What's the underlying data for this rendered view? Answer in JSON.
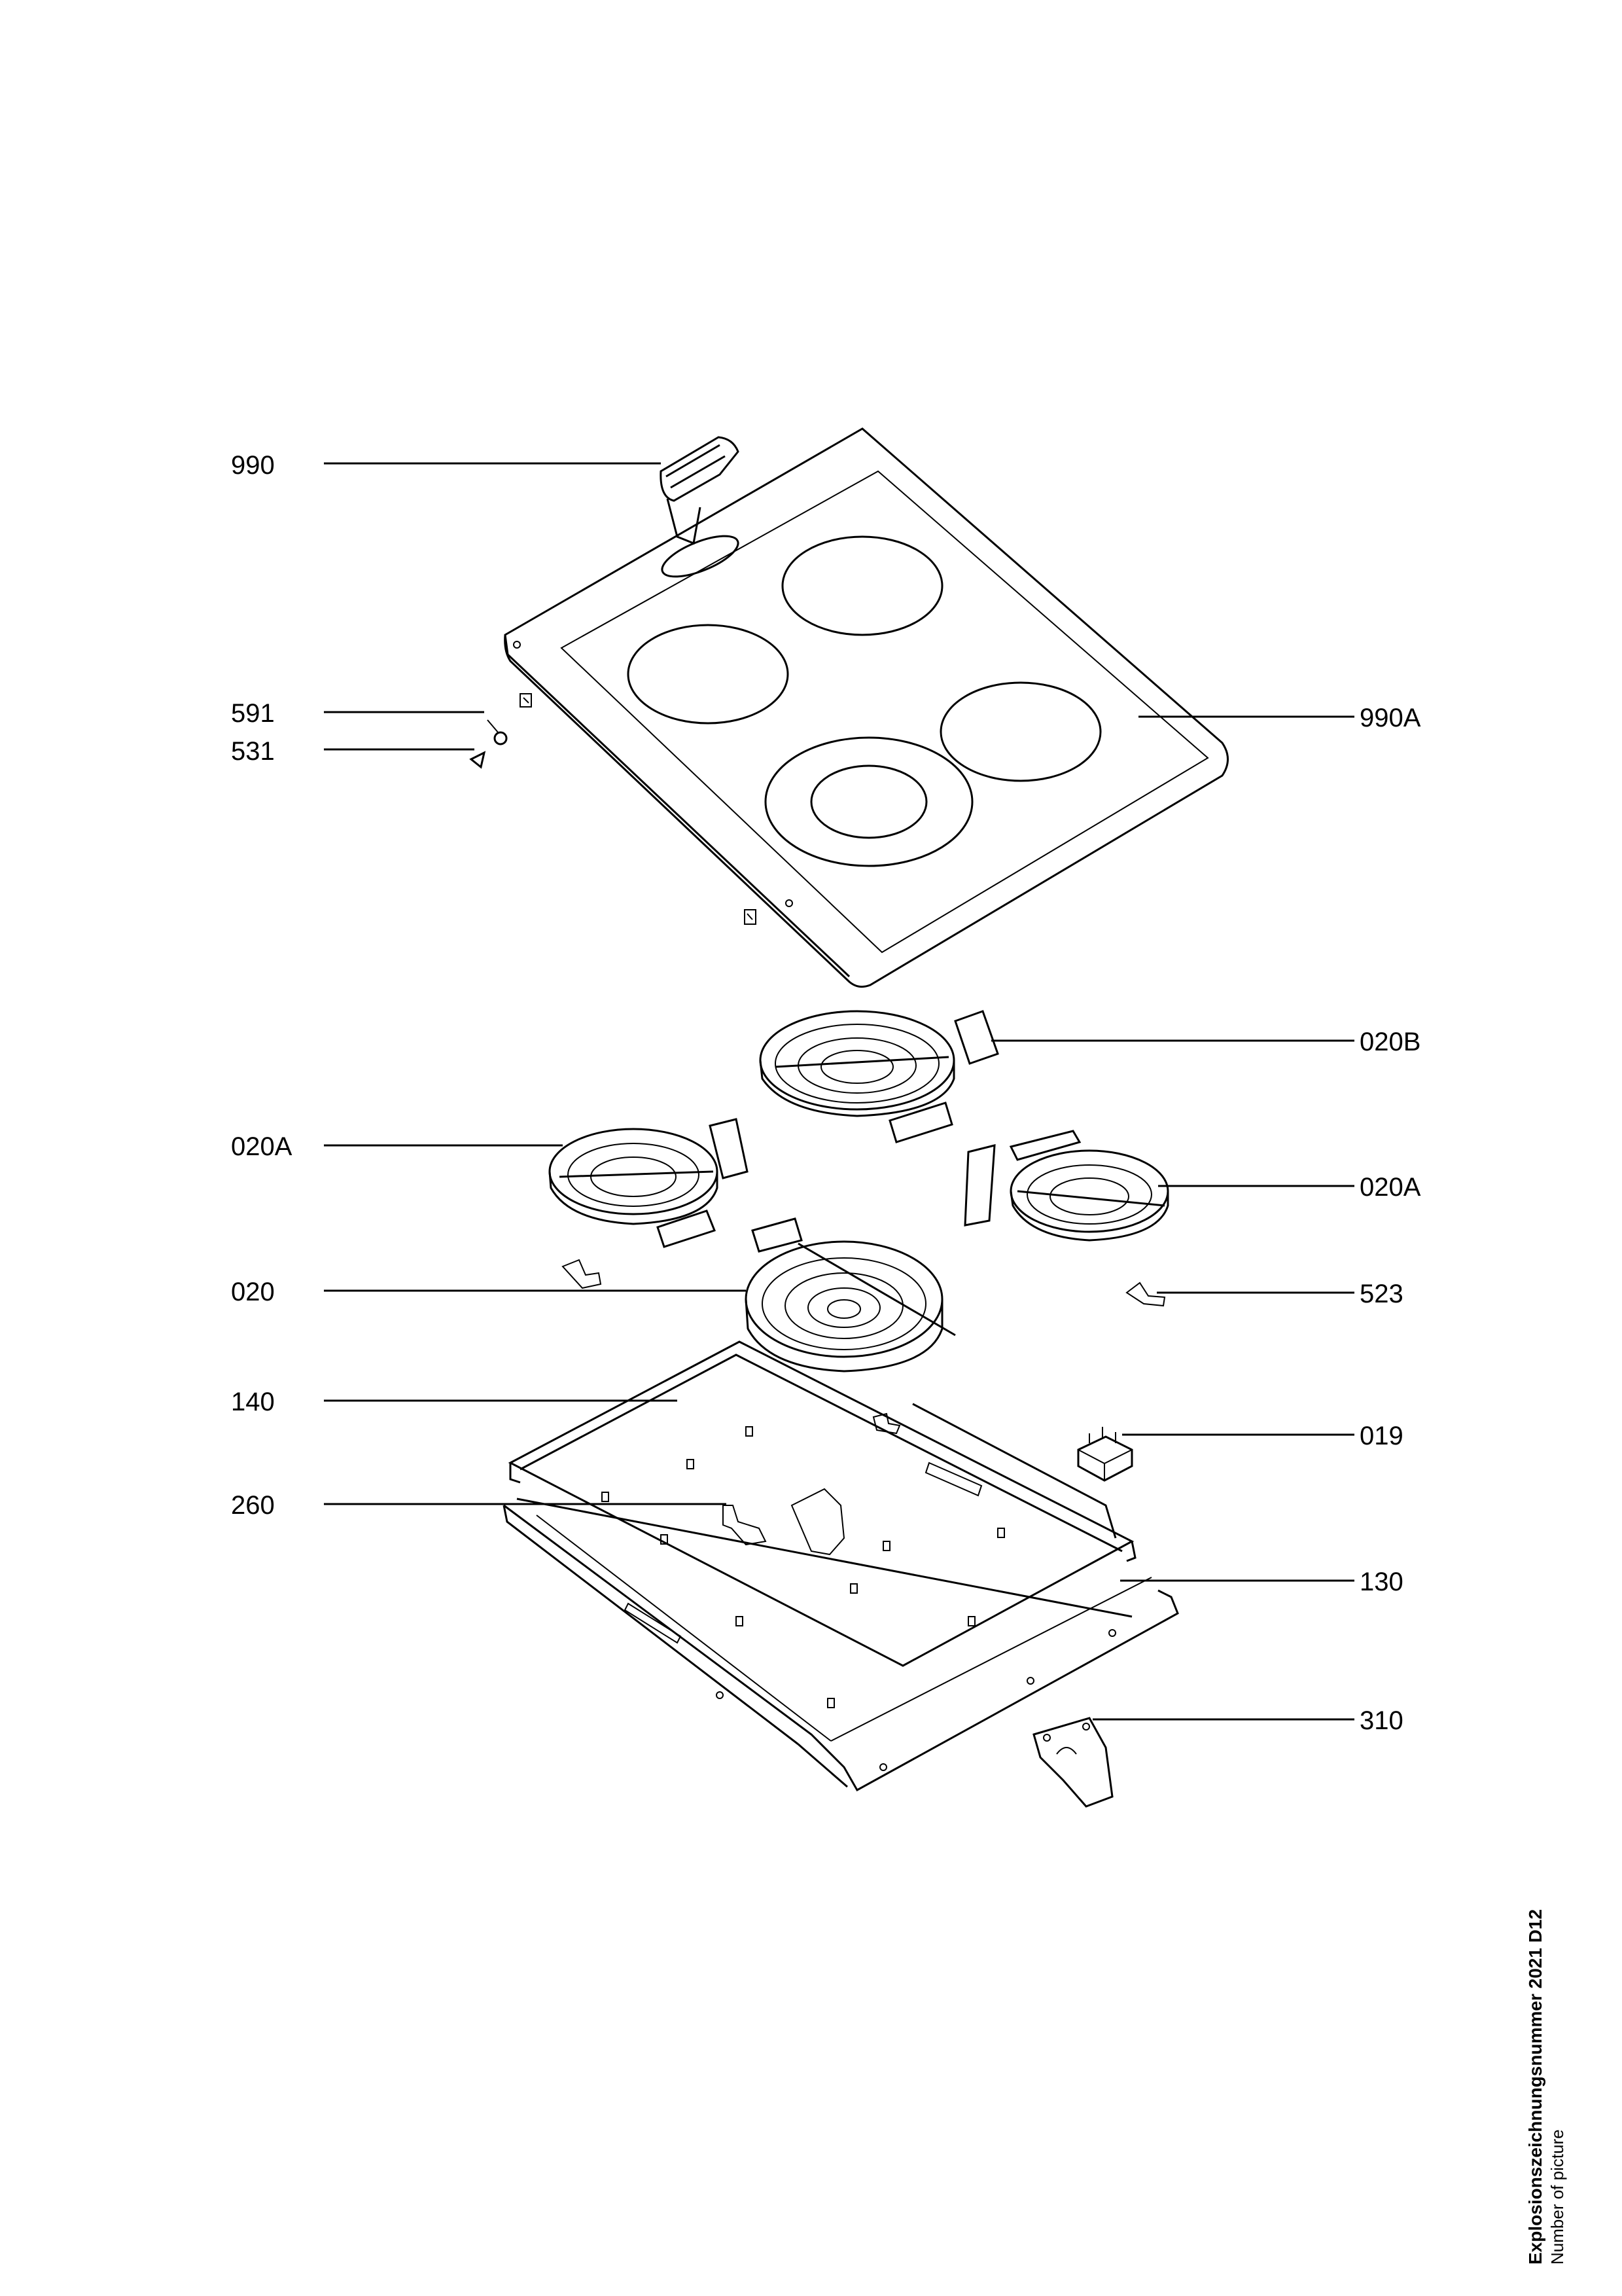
{
  "labels": [
    {
      "id": "990",
      "text": "990"
    },
    {
      "id": "591",
      "text": "591"
    },
    {
      "id": "531",
      "text": "531"
    },
    {
      "id": "990A",
      "text": "990A"
    },
    {
      "id": "020B",
      "text": "020B"
    },
    {
      "id": "020A_left",
      "text": "020A"
    },
    {
      "id": "020A_right",
      "text": "020A"
    },
    {
      "id": "020",
      "text": "020"
    },
    {
      "id": "523",
      "text": "523"
    },
    {
      "id": "140",
      "text": "140"
    },
    {
      "id": "019",
      "text": "019"
    },
    {
      "id": "260",
      "text": "260"
    },
    {
      "id": "130",
      "text": "130"
    },
    {
      "id": "310",
      "text": "310"
    }
  ],
  "caption": {
    "title": "Explosionszeichnungsnummer 2021 D12",
    "subtitle": "Number of picture"
  }
}
